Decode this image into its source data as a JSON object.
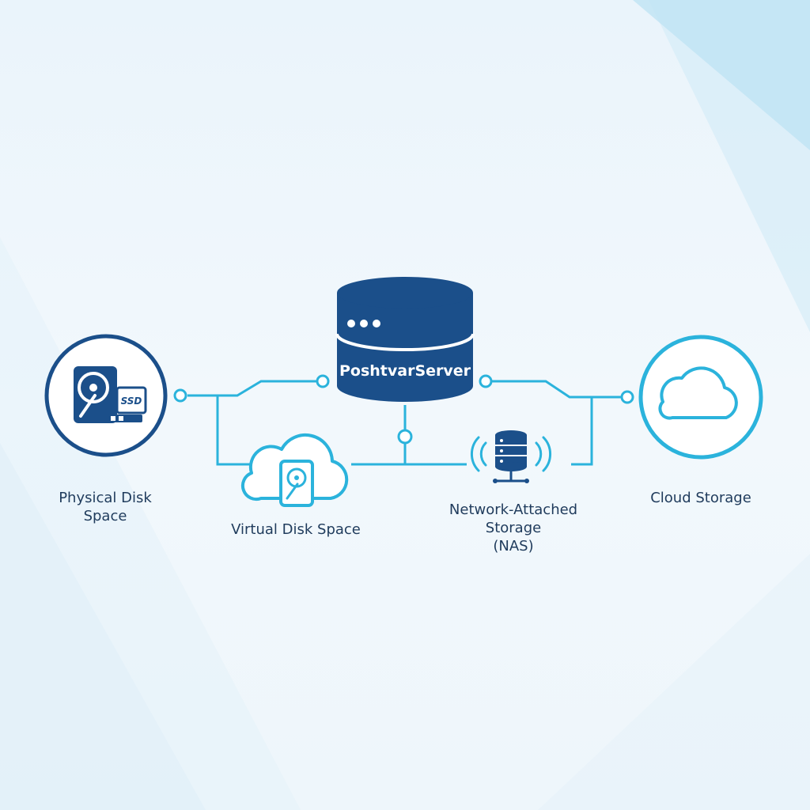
{
  "server": {
    "label": "PoshtvarServer"
  },
  "nodes": {
    "physical": {
      "label_line1": "Physical Disk",
      "label_line2": "Space"
    },
    "virtual": {
      "label": "Virtual Disk Space"
    },
    "nas": {
      "label_line1": "Network-Attached",
      "label_line2": "Storage",
      "label_line3": "(NAS)"
    },
    "cloud": {
      "label": "Cloud Storage"
    }
  },
  "badge": {
    "ssd": "SSD"
  },
  "icons": {
    "server": "database-server-icon",
    "physical": "hard-disk-ssd-icon",
    "virtual": "cloud-hard-disk-icon",
    "nas": "nas-wireless-icon",
    "cloud": "cloud-icon"
  },
  "colors": {
    "navy": "#1b4f8a",
    "cyan": "#2bb3dc",
    "text": "#1f3b5c"
  }
}
